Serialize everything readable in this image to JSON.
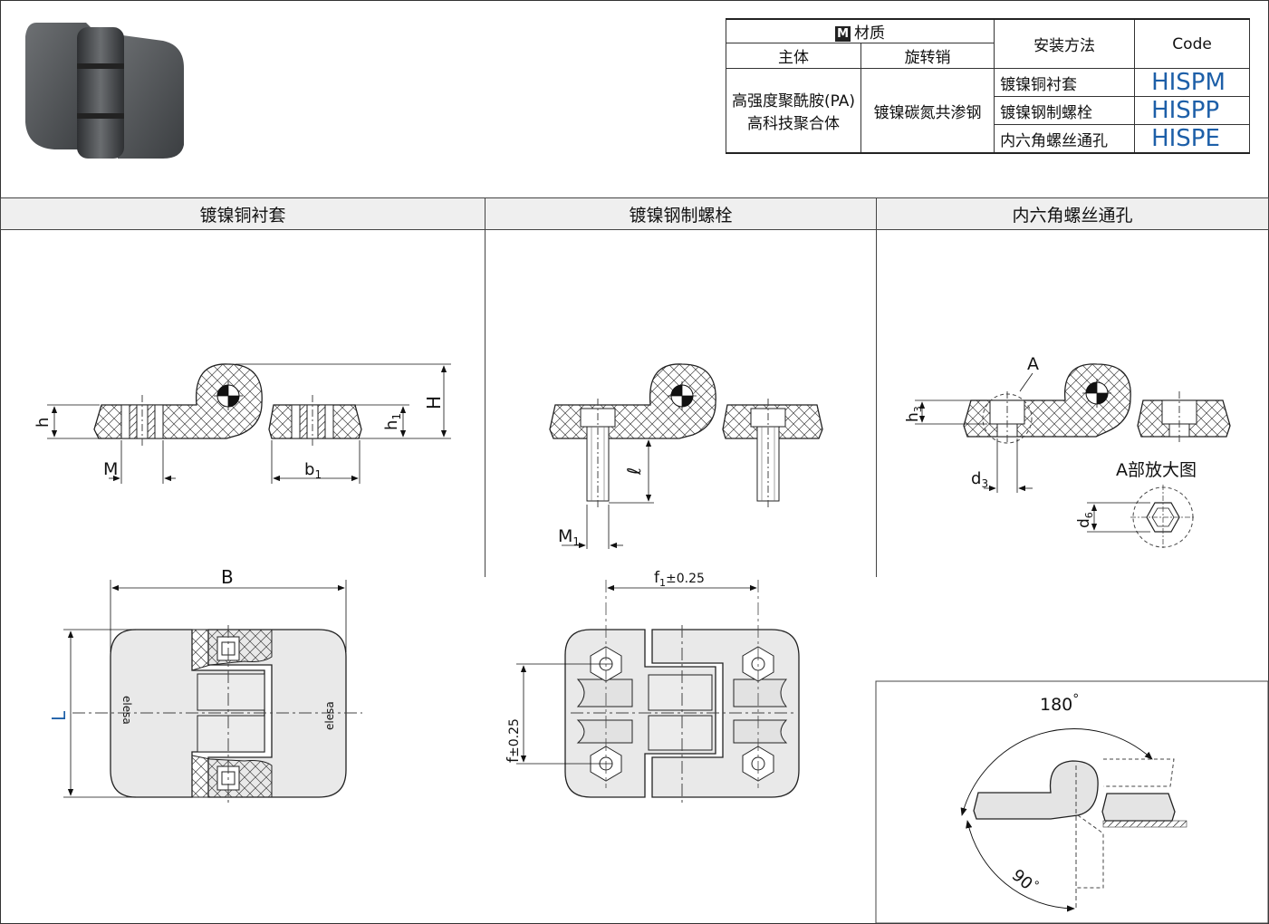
{
  "spec_table": {
    "material_header": "材质",
    "material_icon": "M",
    "col_body": "主体",
    "col_pin": "旋转销",
    "col_method": "安装方法",
    "col_code": "Code",
    "body_material_line1": "高强度聚酰胺(PA)",
    "body_material_line2": "高科技聚合体",
    "pin_material": "镀镍碳氮共渗钢",
    "rows": [
      {
        "method": "镀镍铜衬套",
        "code": "HISPM"
      },
      {
        "method": "镀镍钢制螺栓",
        "code": "HISPP"
      },
      {
        "method": "内六角螺丝通孔",
        "code": "HISPE"
      }
    ],
    "code_color": "#1d5fa8"
  },
  "sections": {
    "s1_title": "镀镍铜衬套",
    "s2_title": "镀镍钢制螺栓",
    "s3_title": "内六角螺丝通孔"
  },
  "dims": {
    "h": "h",
    "h1": "h",
    "h1_sub": "1",
    "H": "H",
    "M": "M",
    "b1": "b",
    "b1_sub": "1",
    "l": "ℓ",
    "M1": "M",
    "M1_sub": "1",
    "h3": "h",
    "h3_sub": "3",
    "d3": "d",
    "d3_sub": "3",
    "d6": "d",
    "d6_sub": "6",
    "A": "A",
    "detail_label": "A部放大图",
    "B": "B",
    "L": "L",
    "L_color": "#1d5fa8",
    "f1": "f",
    "f1_sub": "1",
    "f1_tol": "±0.25",
    "f": "f",
    "f_tol": "±0.25",
    "angle180": "180",
    "angle90": "90",
    "degree": "°"
  },
  "logo_text": "elesa"
}
